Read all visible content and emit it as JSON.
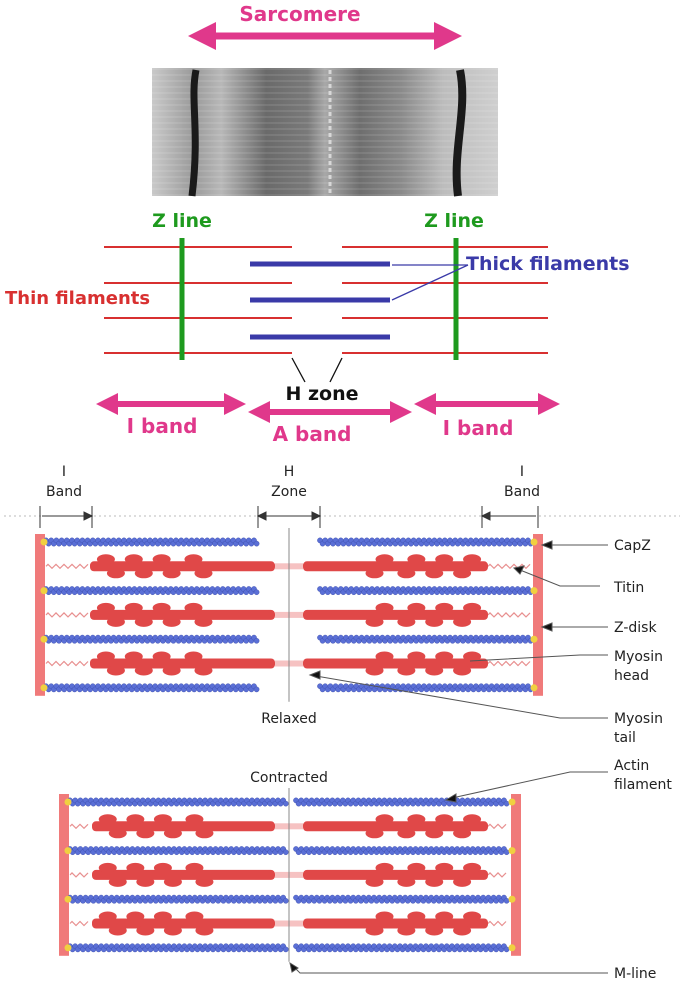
{
  "top": {
    "sarcomere": "Sarcomere",
    "z_line_left": "Z line",
    "z_line_right": "Z line",
    "thin_filaments": "Thin filaments",
    "thick_filaments": "Thick filaments",
    "h_zone": "H zone",
    "i_band_left": "I band",
    "a_band": "A band",
    "i_band_right": "I band"
  },
  "bottom": {
    "i_band_left_1": "I",
    "i_band_left_2": "Band",
    "h_zone_1": "H",
    "h_zone_2": "Zone",
    "i_band_right_1": "I",
    "i_band_right_2": "Band",
    "relaxed": "Relaxed",
    "contracted": "Contracted",
    "labels": {
      "capz": "CapZ",
      "titin": "Titin",
      "zdisk": "Z-disk",
      "myosin_head_1": "Myosin",
      "myosin_head_2": "head",
      "myosin_tail_1": "Myosin",
      "myosin_tail_2": "tail",
      "actin_1": "Actin",
      "actin_2": "filament",
      "mline": "M-line"
    }
  },
  "colors": {
    "pink": "#e0388b",
    "green": "#1e9a1e",
    "red": "#d83030",
    "blue": "#3a3aa8",
    "actin": "#5a6fd6",
    "myosin": "#e04848",
    "zdisk": "#f07a7a",
    "capz": "#f0d040"
  }
}
